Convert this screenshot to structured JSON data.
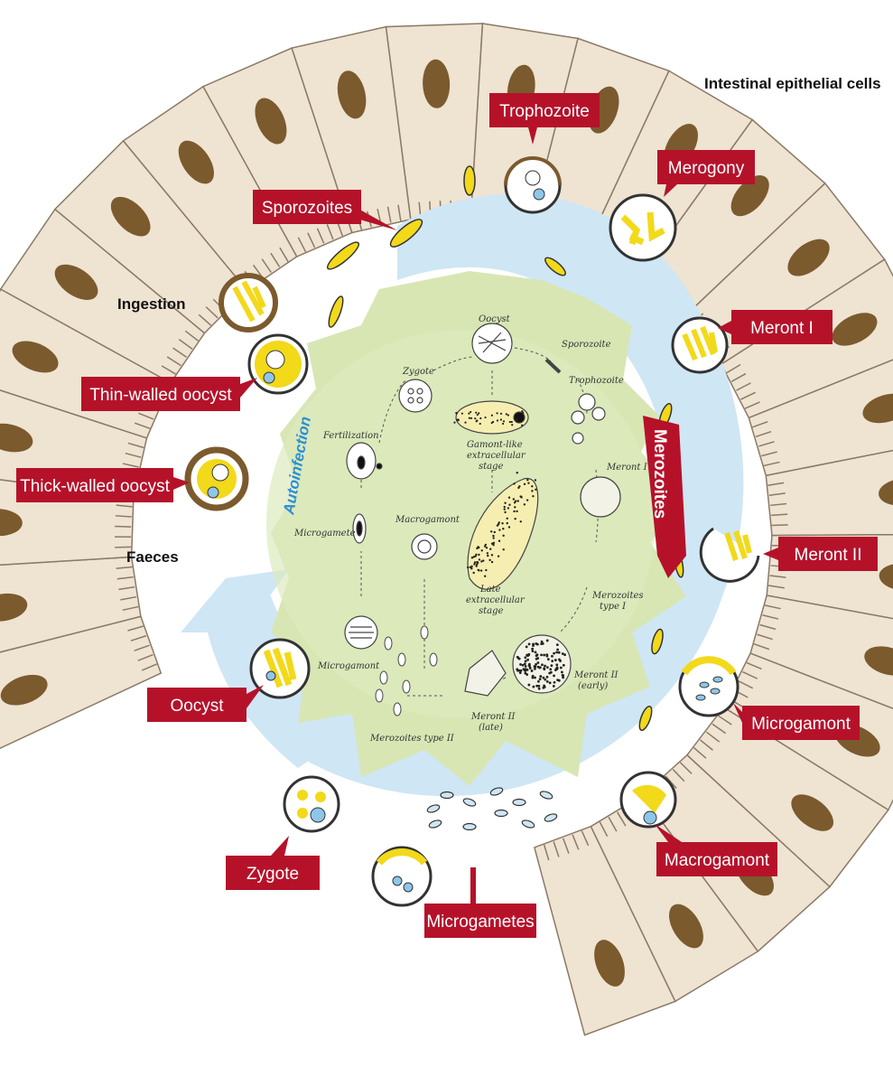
{
  "colors": {
    "label_bg": "#b5122a",
    "cell_fill": "#efe3d2",
    "cell_stroke": "#8a7a66",
    "nucleus": "#7b5a2e",
    "lumen": "#cfe6f5",
    "center_fill": "#d8e6b4",
    "organism_yellow": "#f2d91a"
  },
  "labels": {
    "intestinal_epithelial_cells": "Intestinal epithelial cells",
    "ingestion": "Ingestion",
    "faeces": "Faeces",
    "autoinfection": "Autoinfection",
    "merozoites": "Merozoites"
  },
  "red_labels": {
    "trophozoite": "Trophozoite",
    "merogony": "Merogony",
    "sporozoites": "Sporozoites",
    "meront_1": "Meront I",
    "thin_walled_oocyst": "Thin-walled oocyst",
    "thick_walled_oocyst": "Thick-walled oocyst",
    "meront_2": "Meront II",
    "oocyst": "Oocyst",
    "microgamont": "Microgamont",
    "zygote": "Zygote",
    "macrogamont": "Macrogamont",
    "microgametes": "Microgametes"
  },
  "inner_labels": {
    "oocyst": "Oocyst",
    "sporozoite": "Sporozoite",
    "zygote": "Zygote",
    "trophozoite": "Trophozoite",
    "gamont_like_1": "Gamont-like",
    "gamont_like_2": "extracellular",
    "gamont_like_3": "stage",
    "fertilization": "Fertilization",
    "meront_1": "Meront I",
    "microgamete": "Microgamete",
    "macrogamont": "Macrogamont",
    "late_1": "Late",
    "late_2": "extracellular",
    "late_3": "stage",
    "merozoites_1_a": "Merozoites",
    "merozoites_1_b": "type I",
    "microgamont": "Microgamont",
    "meront_2_early_a": "Meront II",
    "meront_2_early_b": "(early)",
    "meront_2_late_a": "Meront II",
    "meront_2_late_b": "(late)",
    "merozoites_2": "Merozoites type II"
  }
}
